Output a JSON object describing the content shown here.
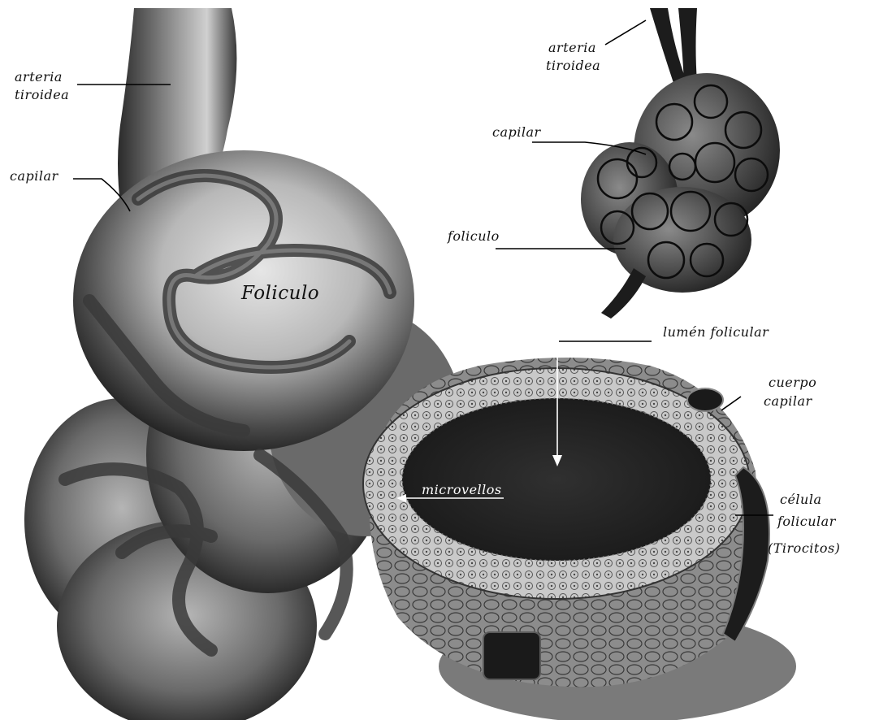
{
  "labels": {
    "arteria_left_line1": "arteria",
    "arteria_left_line2": "tiroidea",
    "capilar_left": "capilar",
    "foliculo_main": "Foliculo",
    "arteria_right_line1": "arteria",
    "arteria_right_line2": "tiroidea",
    "capilar_right": "capilar",
    "foliculo_right": "foliculo",
    "lumen": "lumén folicular",
    "cuerpo_line1": "cuerpo",
    "cuerpo_line2": "capilar",
    "microvellos": "microvellos",
    "celula_line1": "célula",
    "celula_line2": "folicular",
    "celula_line3": "(Tirocitos)"
  },
  "colors": {
    "background": "#ffffff",
    "tissue_dark": "#1e1e1e",
    "tissue_mid": "#6e6e6e",
    "tissue_light": "#d8d8d8",
    "lumen": "#2a2a2a",
    "epithelium": "#cfcfcf"
  }
}
